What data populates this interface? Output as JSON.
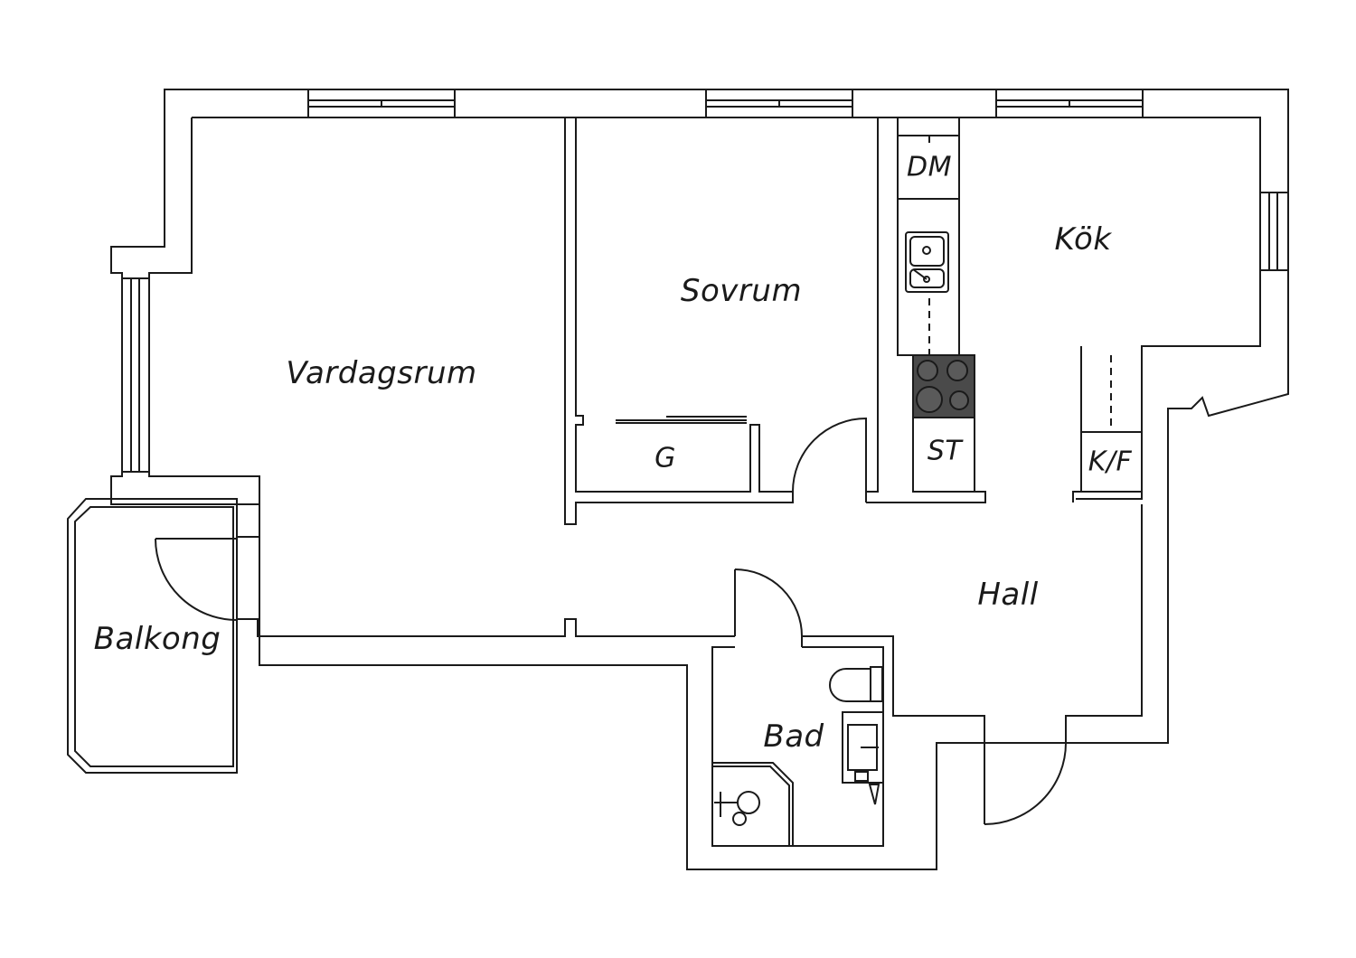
{
  "rooms": {
    "vardagsrum": "Vardagsrum",
    "sovrum": "Sovrum",
    "kok": "Kök",
    "hall": "Hall",
    "balkong": "Balkong",
    "bad": "Bad",
    "g": "G",
    "dm": "DM",
    "st": "ST",
    "kf": "K/F"
  },
  "colors": {
    "line": "#1a1a1a",
    "background": "#ffffff",
    "stove": "#4a4a4a"
  },
  "icons": [
    "window-icon",
    "door-swing-icon",
    "sink-icon",
    "stove-icon",
    "toilet-icon",
    "shower-icon",
    "washbasin-icon"
  ]
}
